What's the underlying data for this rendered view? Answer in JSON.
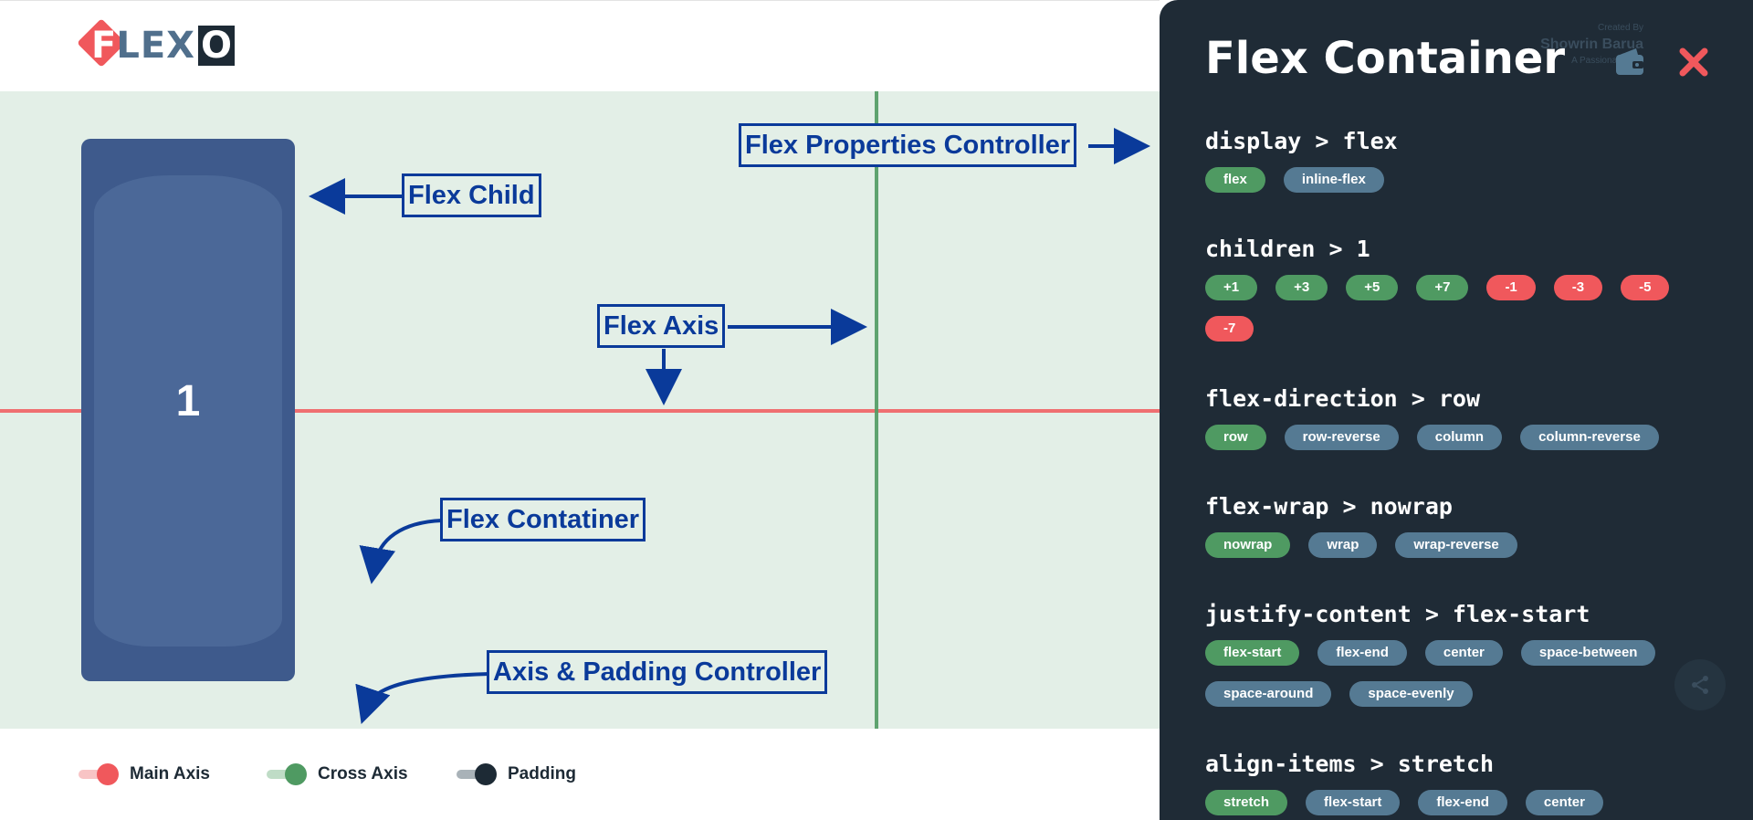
{
  "logo": {
    "f": "F",
    "lex": "LEX",
    "o": "O"
  },
  "playground": {
    "child_number": "1",
    "annotations": {
      "flex_child": "Flex Child",
      "flex_properties_controller": "Flex Properties Controller",
      "flex_axis": "Flex Axis",
      "flex_container": "Flex Contatiner",
      "axis_padding_controller": "Axis & Padding Controller"
    }
  },
  "legend": {
    "main_axis": "Main Axis",
    "cross_axis": "Cross Axis",
    "padding": "Padding"
  },
  "colors": {
    "main_axis": "#f0585c",
    "cross_axis": "#4f9a62",
    "padding": "#1d2a35",
    "panel_bg": "#1f2b36",
    "chip_active": "#4f9a62",
    "chip_inactive": "#557a93",
    "chip_negative": "#f0585c"
  },
  "panel": {
    "title": "Flex Container",
    "credit_top": "Created By",
    "credit_name": "Showrin Barua",
    "credit_bottom": "A Passionate Dev",
    "icons": {
      "wallet": "wallet-icon",
      "close": "close-icon",
      "share": "share-icon"
    },
    "groups": [
      {
        "heading": "display > flex",
        "chips": [
          {
            "label": "flex",
            "kind": "green"
          },
          {
            "label": "inline-flex",
            "kind": "slate"
          }
        ]
      },
      {
        "heading": "children > 1",
        "chips": [
          {
            "label": "+1",
            "kind": "green"
          },
          {
            "label": "+3",
            "kind": "green"
          },
          {
            "label": "+5",
            "kind": "green"
          },
          {
            "label": "+7",
            "kind": "green"
          },
          {
            "label": "-1",
            "kind": "red"
          },
          {
            "label": "-3",
            "kind": "red"
          },
          {
            "label": "-5",
            "kind": "red"
          },
          {
            "label": "-7",
            "kind": "red"
          }
        ]
      },
      {
        "heading": "flex-direction > row",
        "chips": [
          {
            "label": "row",
            "kind": "green"
          },
          {
            "label": "row-reverse",
            "kind": "slate"
          },
          {
            "label": "column",
            "kind": "slate"
          },
          {
            "label": "column-reverse",
            "kind": "slate"
          }
        ]
      },
      {
        "heading": "flex-wrap > nowrap",
        "chips": [
          {
            "label": "nowrap",
            "kind": "green"
          },
          {
            "label": "wrap",
            "kind": "slate"
          },
          {
            "label": "wrap-reverse",
            "kind": "slate"
          }
        ]
      },
      {
        "heading": "justify-content > flex-start",
        "chips": [
          {
            "label": "flex-start",
            "kind": "green"
          },
          {
            "label": "flex-end",
            "kind": "slate"
          },
          {
            "label": "center",
            "kind": "slate"
          },
          {
            "label": "space-between",
            "kind": "slate"
          },
          {
            "label": "space-around",
            "kind": "slate"
          },
          {
            "label": "space-evenly",
            "kind": "slate"
          }
        ]
      },
      {
        "heading": "align-items > stretch",
        "chips": [
          {
            "label": "stretch",
            "kind": "green"
          },
          {
            "label": "flex-start",
            "kind": "slate"
          },
          {
            "label": "flex-end",
            "kind": "slate"
          },
          {
            "label": "center",
            "kind": "slate"
          }
        ]
      }
    ]
  }
}
